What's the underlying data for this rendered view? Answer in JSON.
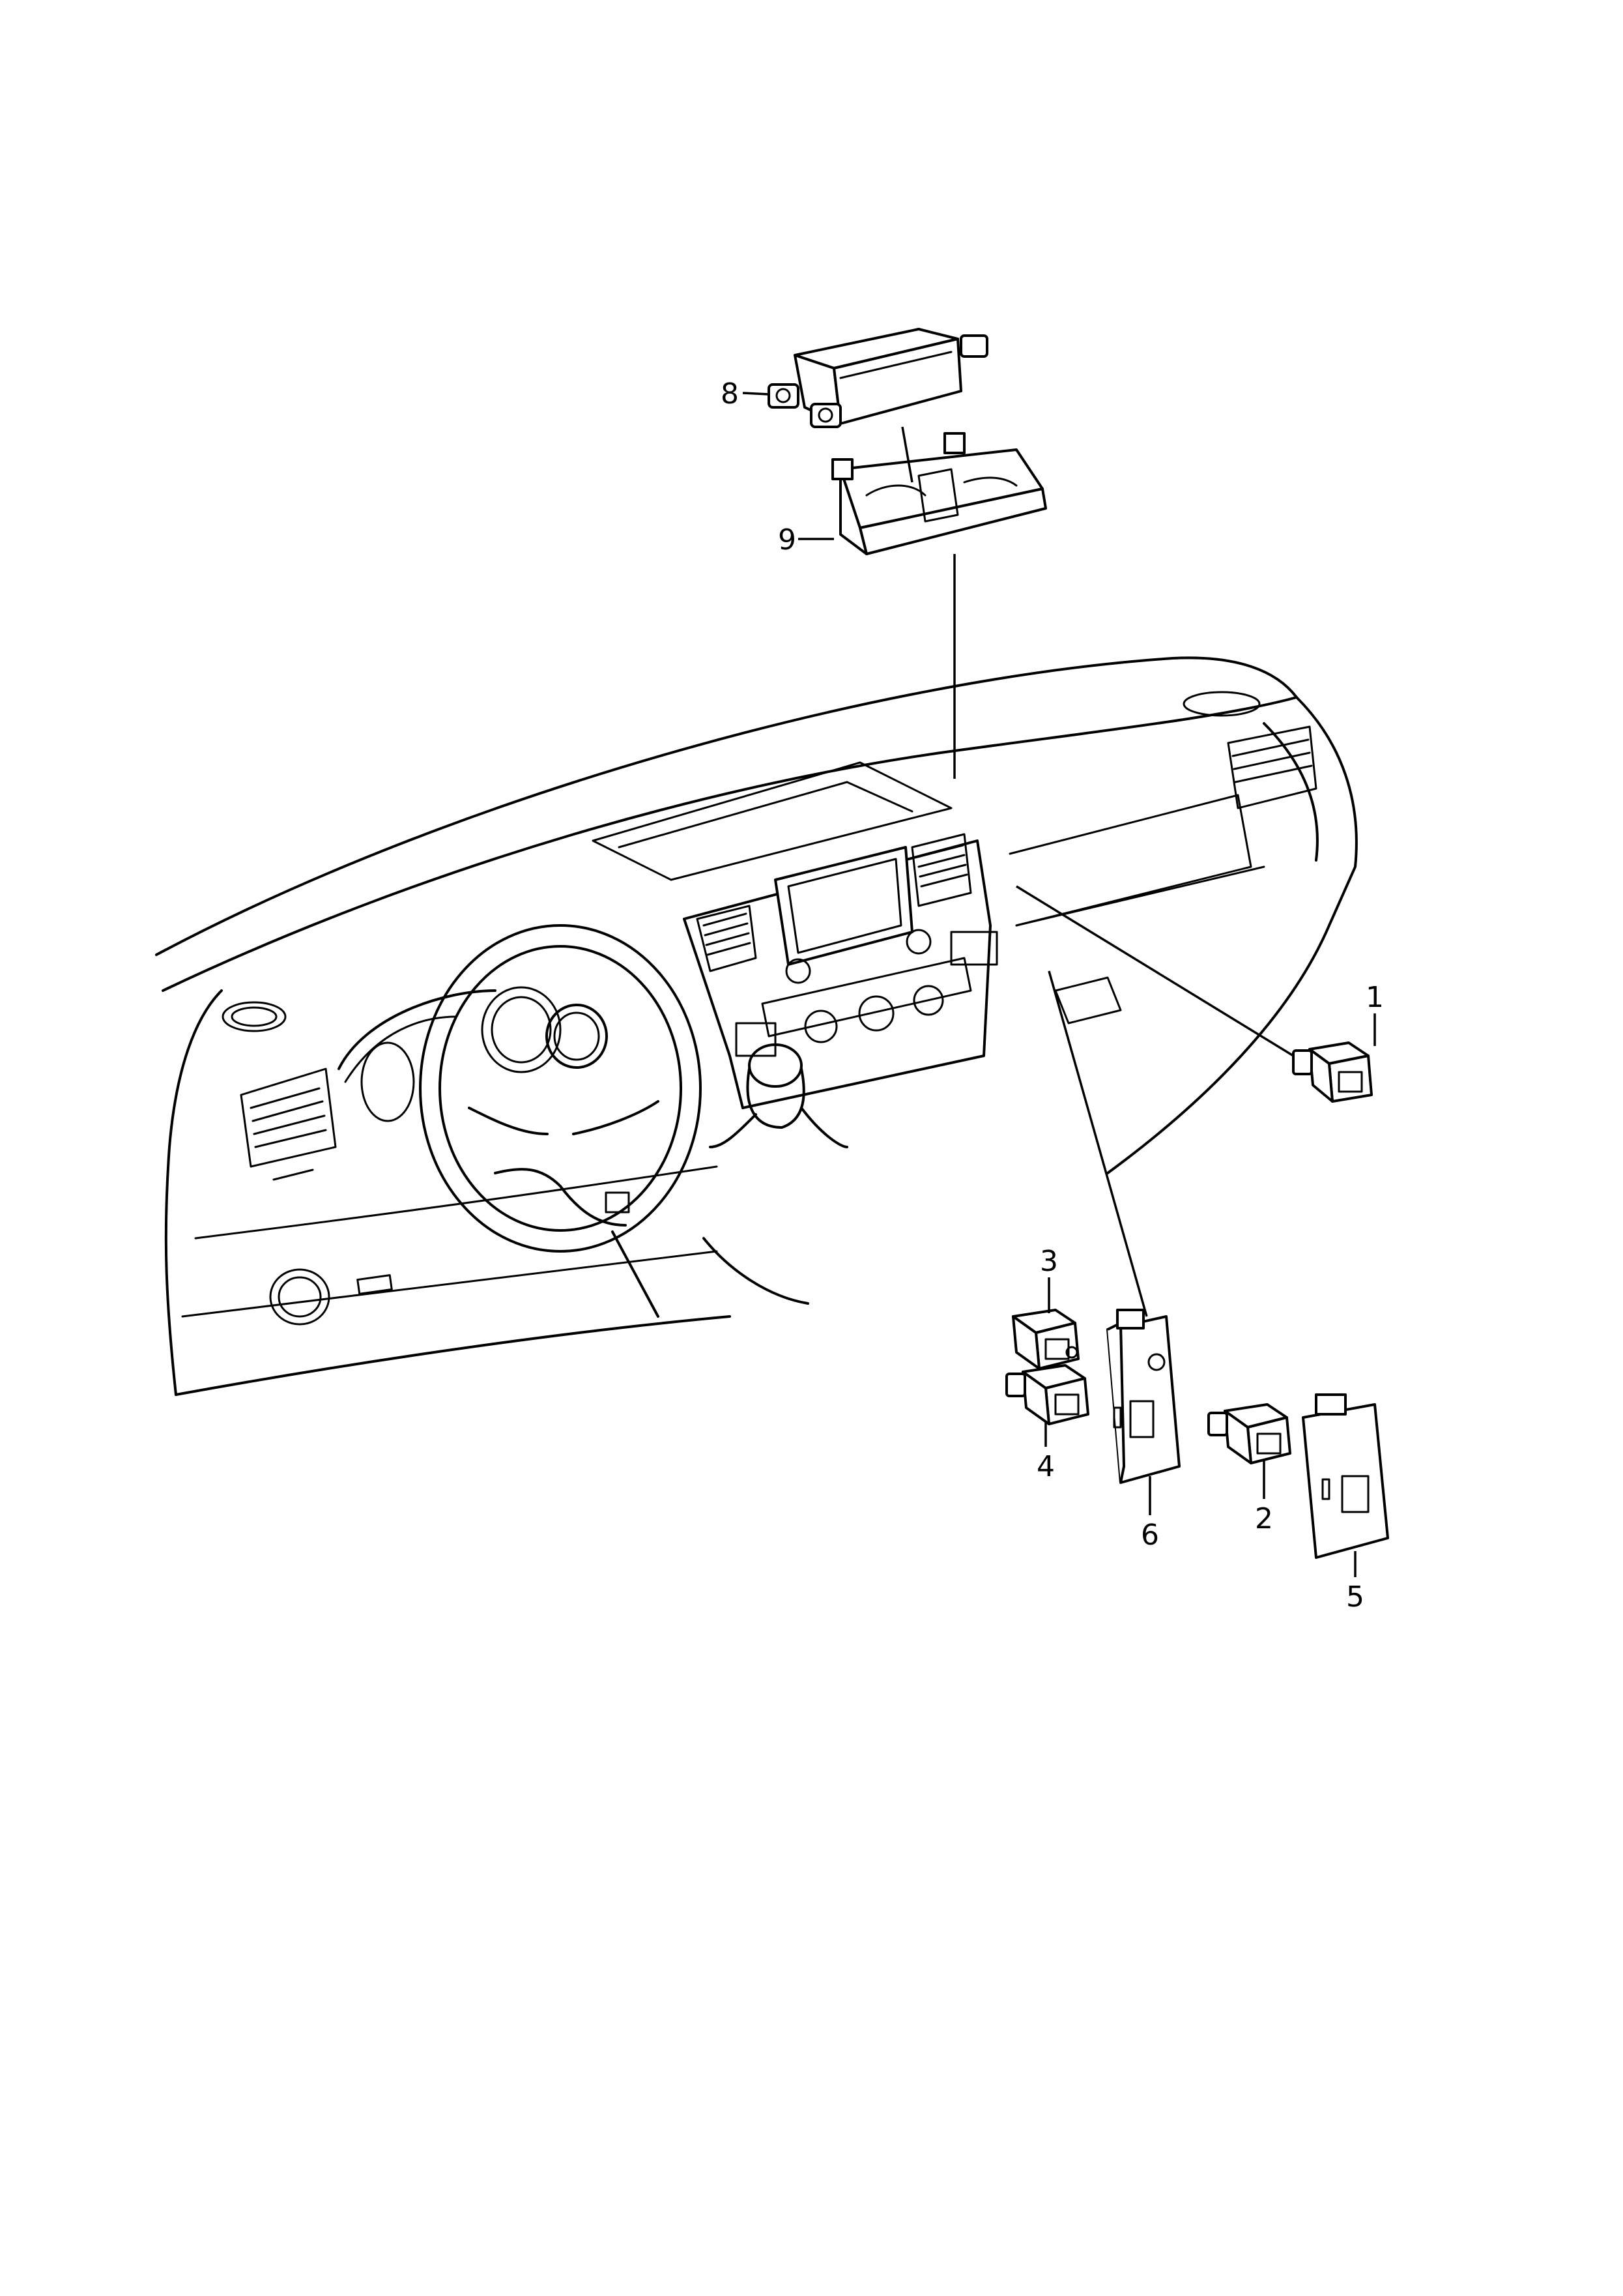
{
  "callouts": [
    {
      "id": "1",
      "label": "1"
    },
    {
      "id": "2",
      "label": "2"
    },
    {
      "id": "3",
      "label": "3"
    },
    {
      "id": "4",
      "label": "4"
    },
    {
      "id": "5",
      "label": "5"
    },
    {
      "id": "6",
      "label": "6"
    },
    {
      "id": "8",
      "label": "8"
    },
    {
      "id": "9",
      "label": "9"
    }
  ],
  "colors": {
    "line": "#000000",
    "background": "#ffffff"
  }
}
